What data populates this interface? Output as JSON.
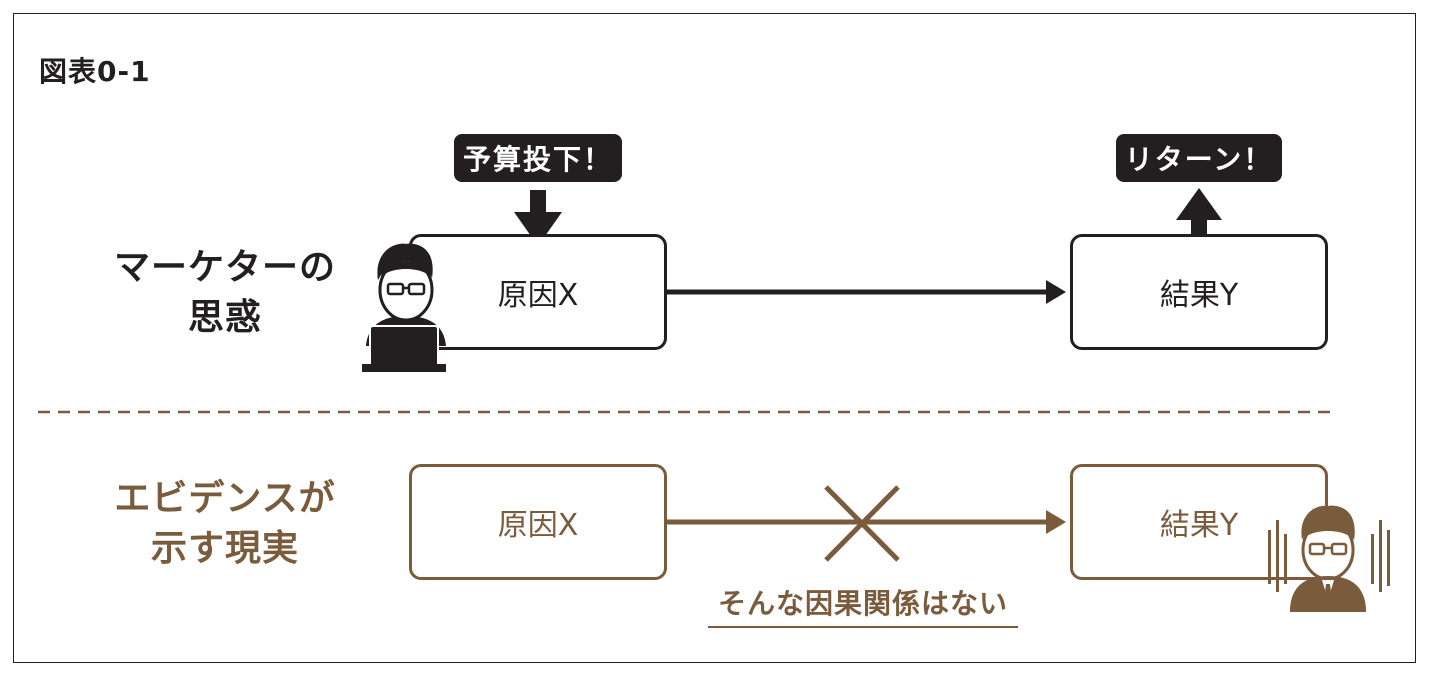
{
  "figure_label": "図表0-1",
  "rows": {
    "top": {
      "label_line1": "マーケターの",
      "label_line2": "思惑",
      "cause_box": "原因X",
      "effect_box": "結果Y",
      "cause_callout": "予算投下！",
      "effect_callout": "リターン！"
    },
    "bottom": {
      "label_line1": "エビデンスが",
      "label_line2": "示す現実",
      "cause_box": "原因X",
      "effect_box": "結果Y",
      "note": "そんな因果関係はない"
    }
  },
  "colors": {
    "dark": "#231f20",
    "brown": "#7a5c3c"
  },
  "icons": {
    "marketer": "person-with-laptop-icon",
    "confused": "shaking-person-icon"
  }
}
